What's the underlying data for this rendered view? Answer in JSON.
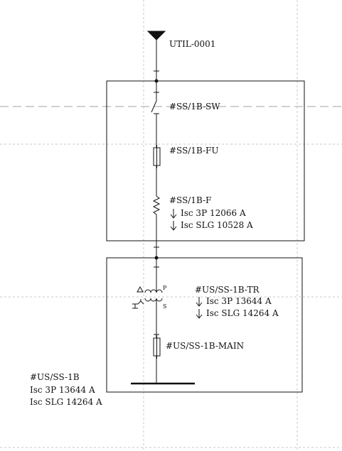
{
  "diagram": {
    "utility": {
      "label": "UTIL-0001"
    },
    "switch": {
      "label": "#SS/1B-SW"
    },
    "fuse": {
      "label": "#SS/1B-FU"
    },
    "feeder": {
      "label": "#SS/1B-F",
      "isc_3p": "Isc 3P 12066 A",
      "isc_slg": "Isc SLG 10528 A"
    },
    "transformer": {
      "label": "#US/SS-1B-TR",
      "primary_mark": "P",
      "secondary_mark": "S",
      "isc_3p": "Isc 3P 13644 A",
      "isc_slg": "Isc SLG 14264 A"
    },
    "main": {
      "label": "#US/SS-1B-MAIN"
    },
    "bus": {
      "label": "#US/SS-1B",
      "isc_3p": "Isc 3P 13644 A",
      "isc_slg": "Isc SLG 14264 A"
    },
    "colors": {
      "line": "#111111",
      "grid": "#c8c8c8",
      "background": "#ffffff"
    }
  }
}
